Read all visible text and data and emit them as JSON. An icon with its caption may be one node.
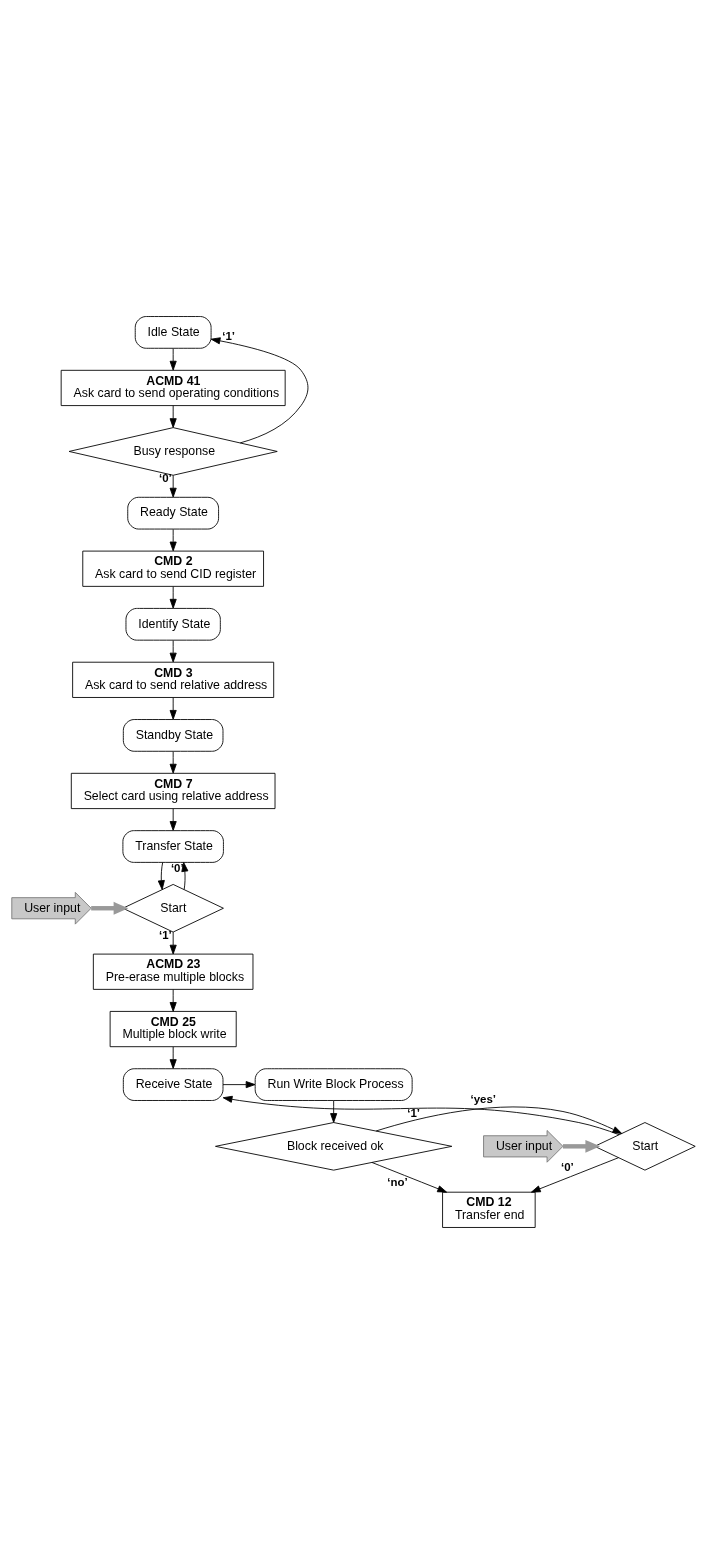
{
  "diagram": {
    "nodes": [
      {
        "text": [
          "Idle State"
        ]
      },
      {
        "text": [
          "ACMD 41",
          "Ask card to send operating conditions"
        ]
      },
      {
        "text": [
          "Busy response"
        ]
      },
      {
        "text": [
          "Ready State"
        ]
      },
      {
        "text": [
          "CMD 2",
          "Ask card to send CID register"
        ]
      },
      {
        "text": [
          "Identify State"
        ]
      },
      {
        "text": [
          "CMD 3",
          "Ask card to send relative address"
        ]
      },
      {
        "text": [
          "Standby State"
        ]
      },
      {
        "text": [
          "CMD 7",
          "Select card using relative address"
        ]
      },
      {
        "text": [
          "Transfer State"
        ]
      },
      {
        "text": [
          "User input"
        ]
      },
      {
        "text": [
          "Start"
        ]
      },
      {
        "text": [
          "ACMD 23",
          "Pre-erase multiple blocks"
        ]
      },
      {
        "text": [
          "CMD 25",
          "Multiple block write"
        ]
      },
      {
        "text": [
          "Receive State"
        ]
      },
      {
        "text": [
          "Run Write Block Process"
        ]
      },
      {
        "text": [
          "User input"
        ]
      },
      {
        "text": [
          "Start"
        ]
      },
      {
        "text": [
          "Block received ok"
        ]
      },
      {
        "text": [
          "CMD 12",
          "Transfer end"
        ]
      }
    ],
    "edges": [
      {
        "from": 0,
        "to": 1,
        "arrow": "to"
      },
      {
        "from": 1,
        "to": 2,
        "arrow": "to"
      },
      {
        "from": 2,
        "to": 0,
        "arrow": "to",
        "label": "‘1’"
      },
      {
        "from": 2,
        "to": 3,
        "arrow": "to",
        "label": "‘0’"
      },
      {
        "from": 3,
        "to": 4,
        "arrow": "to"
      },
      {
        "from": 4,
        "to": 5,
        "arrow": "to"
      },
      {
        "from": 5,
        "to": 6,
        "arrow": "to"
      },
      {
        "from": 6,
        "to": 7,
        "arrow": "to"
      },
      {
        "from": 7,
        "to": 8,
        "arrow": "to"
      },
      {
        "from": 8,
        "to": 9,
        "arrow": "to"
      },
      {
        "from": 9,
        "to": 11,
        "arrow": "to"
      },
      {
        "from": 11,
        "to": 9,
        "arrow": "to",
        "label": "‘0’"
      },
      {
        "from": 10,
        "to": 11,
        "arrow": "to",
        "style": "thick",
        "color": "#999999"
      },
      {
        "from": 11,
        "to": 12,
        "arrow": "to",
        "label": "‘1’"
      },
      {
        "from": 12,
        "to": 13,
        "arrow": "to"
      },
      {
        "from": 13,
        "to": 14,
        "arrow": "to"
      },
      {
        "from": 14,
        "to": 15,
        "arrow": "to"
      },
      {
        "from": 15,
        "to": 18,
        "arrow": "to"
      },
      {
        "from": 18,
        "to": 17,
        "arrow": "to",
        "label": "‘yes’"
      },
      {
        "from": 18,
        "to": 19,
        "arrow": "to",
        "label": "‘no’"
      },
      {
        "from": 17,
        "to": 14,
        "arrow": "to",
        "label": "‘1’"
      },
      {
        "from": 16,
        "to": 17,
        "arrow": "to",
        "style": "thick",
        "color": "#999999"
      },
      {
        "from": 17,
        "to": 19,
        "arrow": "to",
        "label": "‘0’"
      }
    ]
  }
}
